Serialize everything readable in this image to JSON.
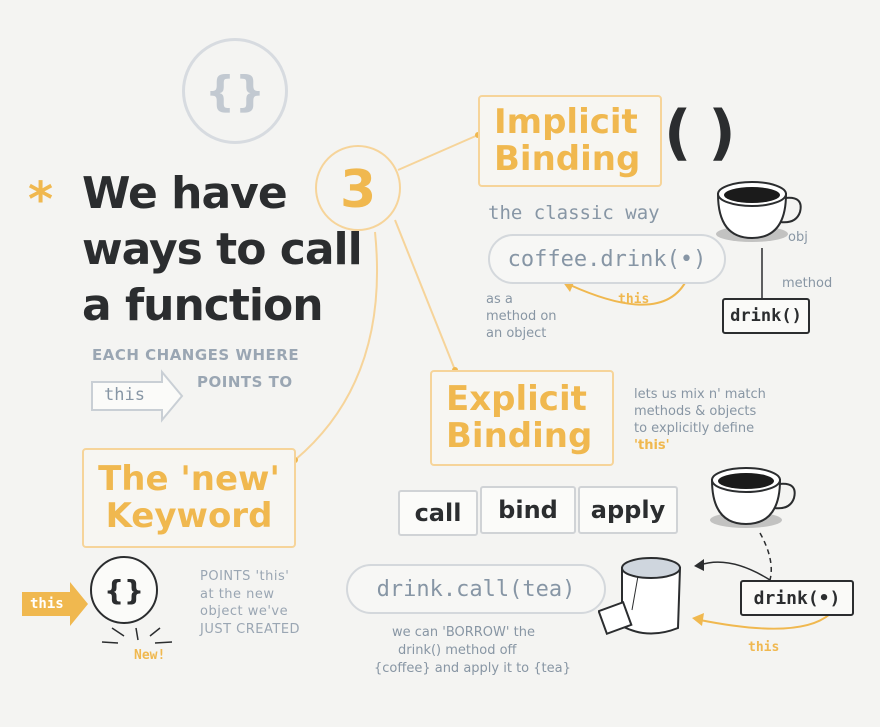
{
  "main": {
    "asterisk": "*",
    "title_line1_prefix": "We have",
    "title_number": "3",
    "title_line2": "ways to call",
    "title_line3": "a function",
    "subtitle_line1": "EACH CHANGES WHERE",
    "this_arrow_label": "this",
    "subtitle_line2": "POINTS TO",
    "top_icon": "{}"
  },
  "implicit": {
    "heading_line1": "Implicit",
    "heading_line2": "Binding",
    "parens_glyph": "( )",
    "tagline": "the classic way",
    "code": "coffee.drink(•)",
    "this_label": "this",
    "note": "as a\nmethod on\nan object",
    "obj_label": "obj",
    "method_label": "method",
    "method_box": "drink()"
  },
  "explicit": {
    "heading_line1": "Explicit",
    "heading_line2": "Binding",
    "note_line1": "lets us mix n' match",
    "note_line2": "methods & objects",
    "note_line3": "to explicitly define",
    "note_line4": "'this'",
    "buttons": [
      "call",
      "bind",
      "apply"
    ],
    "code": "drink.call(tea)",
    "method_box": "drink(•)",
    "this_label": "this",
    "borrow_note_line1": "we can 'BORROW' the",
    "borrow_note_line2": "drink() method off",
    "borrow_note_line3": "{coffee} and apply it to {tea}"
  },
  "new_keyword": {
    "heading_line1": "The 'new'",
    "heading_line2": "Keyword",
    "icon": "{}",
    "this_arrow_label": "this",
    "new_label": "New!",
    "note_line1": "POINTS 'this'",
    "note_line2": "at the new",
    "note_line3": "object we've",
    "note_line4": "JUST CREATED"
  },
  "colors": {
    "accent": "#f0b84f",
    "ink": "#2b2d2f",
    "muted": "#9aa6b3"
  }
}
